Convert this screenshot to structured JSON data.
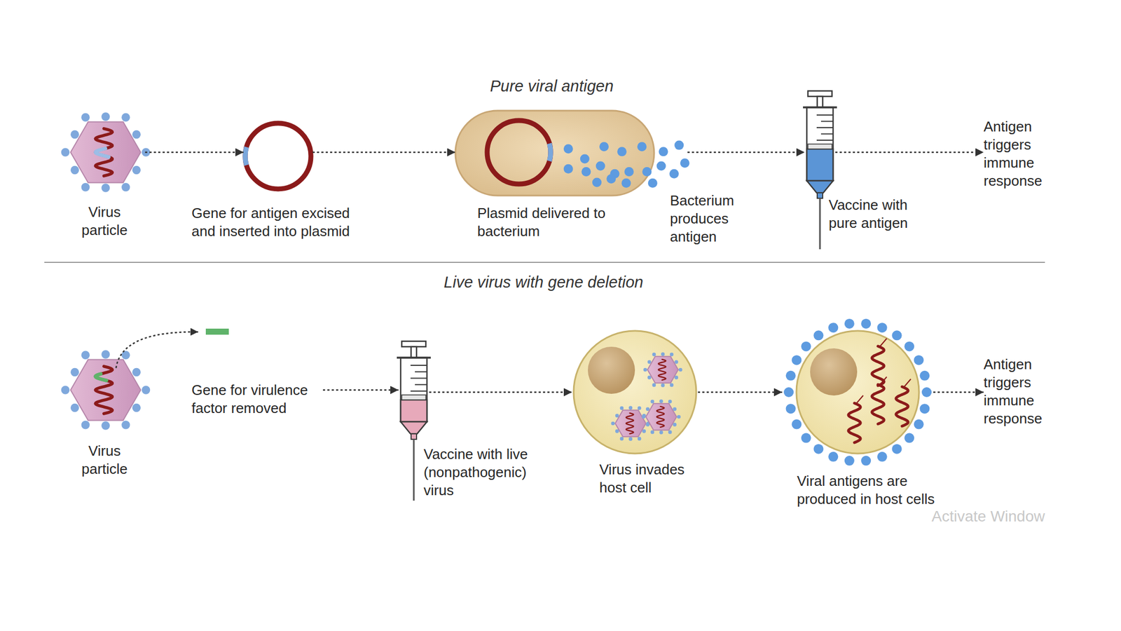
{
  "diagram": {
    "nodes": [
      {
        "text": [
          "Virus particle"
        ]
      },
      {
        "text": [
          "Gene for antigen excised and inserted into plasmid"
        ]
      },
      {
        "text": [
          "Plasmid delivered to bacterium",
          "Bacterium produces antigen"
        ]
      },
      {
        "text": [
          "Vaccine with pure antigen"
        ]
      },
      {
        "text": [
          "Antigen triggers immune response"
        ]
      },
      {
        "text": [
          "Virus particle"
        ]
      },
      {
        "text": [
          "Gene for virulence factor removed"
        ]
      },
      {
        "text": [
          "Vaccine with live (nonpathogenic) virus"
        ]
      },
      {
        "text": [
          "Virus invades host cell"
        ]
      },
      {
        "text": [
          "Viral antigens are produced in host cells"
        ]
      },
      {
        "text": [
          "Antigen triggers immune response"
        ]
      }
    ],
    "edges": [
      {
        "from": 0,
        "to": 1,
        "arrow": "to"
      },
      {
        "from": 1,
        "to": 2,
        "arrow": "to"
      },
      {
        "from": 2,
        "to": 3,
        "arrow": "to"
      },
      {
        "from": 3,
        "to": 4,
        "arrow": "to"
      },
      {
        "from": 6,
        "to": 7,
        "arrow": "to"
      },
      {
        "from": 7,
        "to": 8,
        "arrow": "to"
      },
      {
        "from": 8,
        "to": 9,
        "arrow": "to"
      },
      {
        "from": 9,
        "to": 10,
        "arrow": "to"
      }
    ],
    "labels": [
      "Pure viral antigen",
      "Live virus with gene deletion",
      "Activate Window"
    ]
  }
}
